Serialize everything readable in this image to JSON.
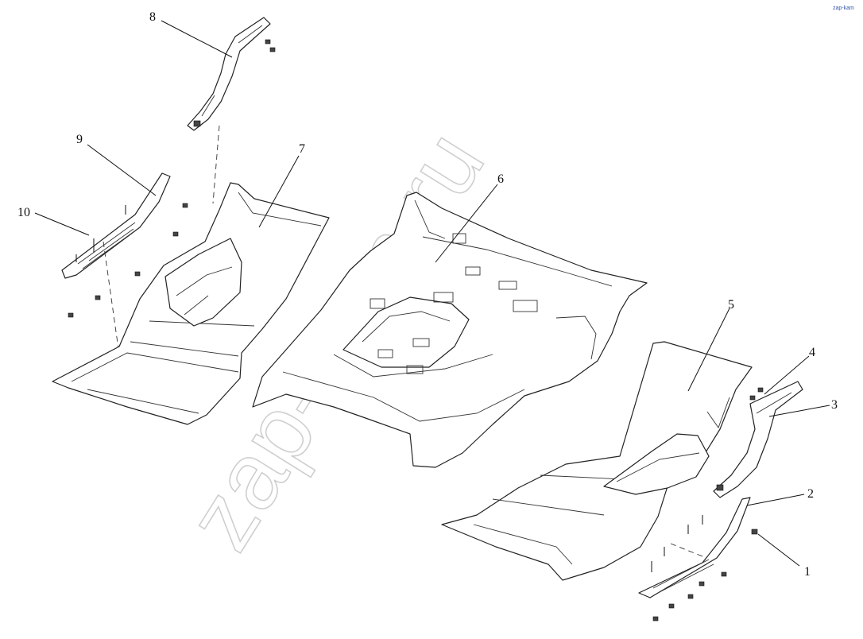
{
  "diagram": {
    "labels": [
      {
        "id": "1",
        "text": "1"
      },
      {
        "id": "2",
        "text": "2"
      },
      {
        "id": "3",
        "text": "3"
      },
      {
        "id": "4",
        "text": "4"
      },
      {
        "id": "5",
        "text": "5"
      },
      {
        "id": "6",
        "text": "6"
      },
      {
        "id": "7",
        "text": "7"
      },
      {
        "id": "8",
        "text": "8"
      },
      {
        "id": "9",
        "text": "9"
      },
      {
        "id": "10",
        "text": "10"
      }
    ],
    "watermark": "zap-kam.ru",
    "corner_logo": "zap-kam"
  }
}
